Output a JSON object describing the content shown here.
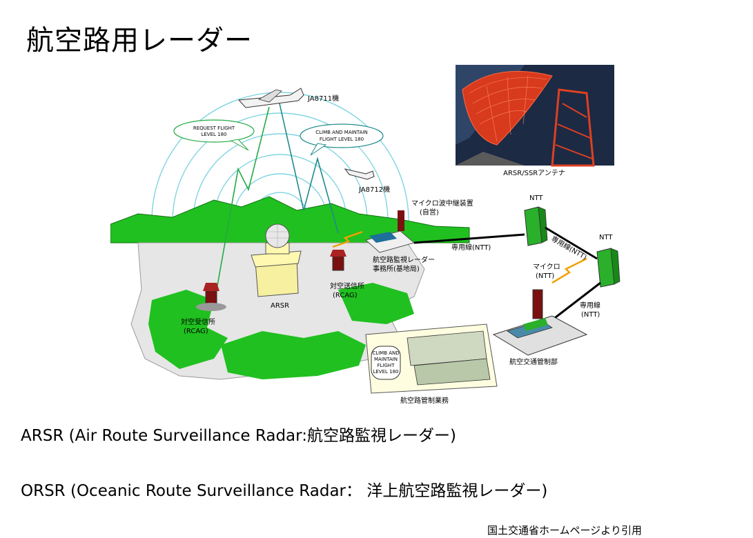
{
  "title": "航空路用レーダー",
  "diagram": {
    "labels": {
      "aircraft1": "JA8711機",
      "aircraft2": "JA8712機",
      "bubble1_line1": "REQUEST FLIGHT",
      "bubble1_line2": "LEVEL 180",
      "bubble2_line1": "CLIMB AND MAINTAIN",
      "bubble2_line2": "FLIGHT LEVEL 180",
      "antenna_photo": "ARSR/SSRアンテナ",
      "microwave_relay_line1": "マイクロ波中継装置",
      "microwave_relay_line2": "(自営)",
      "ntt1": "NTT",
      "ntt2": "NTT",
      "leased_line_1": "専用線(NTT)",
      "leased_line_2": "専用線(NTT)",
      "leased_line_3_line1": "専用線",
      "leased_line_3_line2": "(NTT)",
      "micro_line1": "マイクロ",
      "micro_line2": "(NTT)",
      "radar_office_line1": "航空路監視レーダー",
      "radar_office_line2": "事務所(基地局)",
      "transmitter_line1": "対空送信所",
      "transmitter_line2": "(RCAG)",
      "receiver_line1": "対空受信所",
      "receiver_line2": "(RCAG)",
      "arsr": "ARSR",
      "control_dept": "航空交通管制部",
      "control_ops": "航空路管制業務",
      "screen_line1": "CLIMB AND",
      "screen_line2": "MAINTAIN",
      "screen_line3": "FLIGHT",
      "screen_line4": "LEVEL 180"
    }
  },
  "definitions": {
    "arsr": "ARSR (Air Route Surveillance Radar:航空路監視レーダー)",
    "orsr": "ORSR (Oceanic Route Surveillance Radar： 洋上航空路監視レーダー)"
  },
  "credit": "国土交通省ホームページより引用"
}
